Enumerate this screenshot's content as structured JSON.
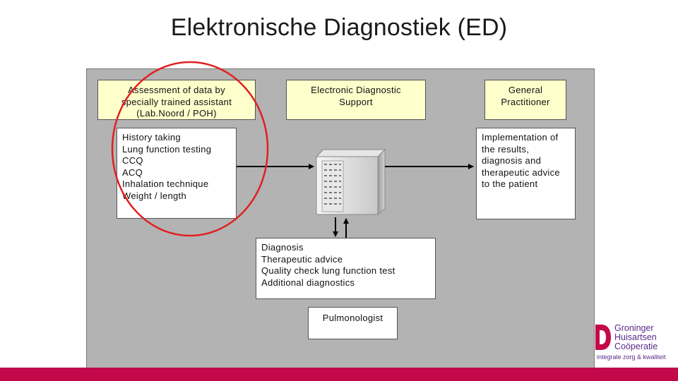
{
  "slide": {
    "title": "Elektronische Diagnostiek (ED)"
  },
  "diagram": {
    "assessment_header": "Assessment of data by\nspecially trained assistant\n(Lab.Noord / POH)",
    "eds_header": "Electronic Diagnostic\nSupport",
    "gp_header": "General\nPractitioner",
    "data_items": "History taking\nLung function testing\nCCQ\nACQ\nInhalation technique\nWeight / length",
    "implementation_text": "Implementation of\nthe results,\ndiagnosis and\ntherapeutic advice\nto the patient",
    "output_items": "Diagnosis\nTherapeutic advice\nQuality check lung function test\nAdditional diagnostics",
    "pulmonologist": "Pulmonologist"
  },
  "logo": {
    "line1": "Groninger",
    "line2": "Huisartsen",
    "line3": "Coöperatie",
    "tagline": "integrale zorg & kwaliteit"
  },
  "colors": {
    "brand": "#c4094a",
    "highlight_circle": "#e02020",
    "header_fill": "#ffffcc",
    "panel": "#b3b3b3"
  }
}
